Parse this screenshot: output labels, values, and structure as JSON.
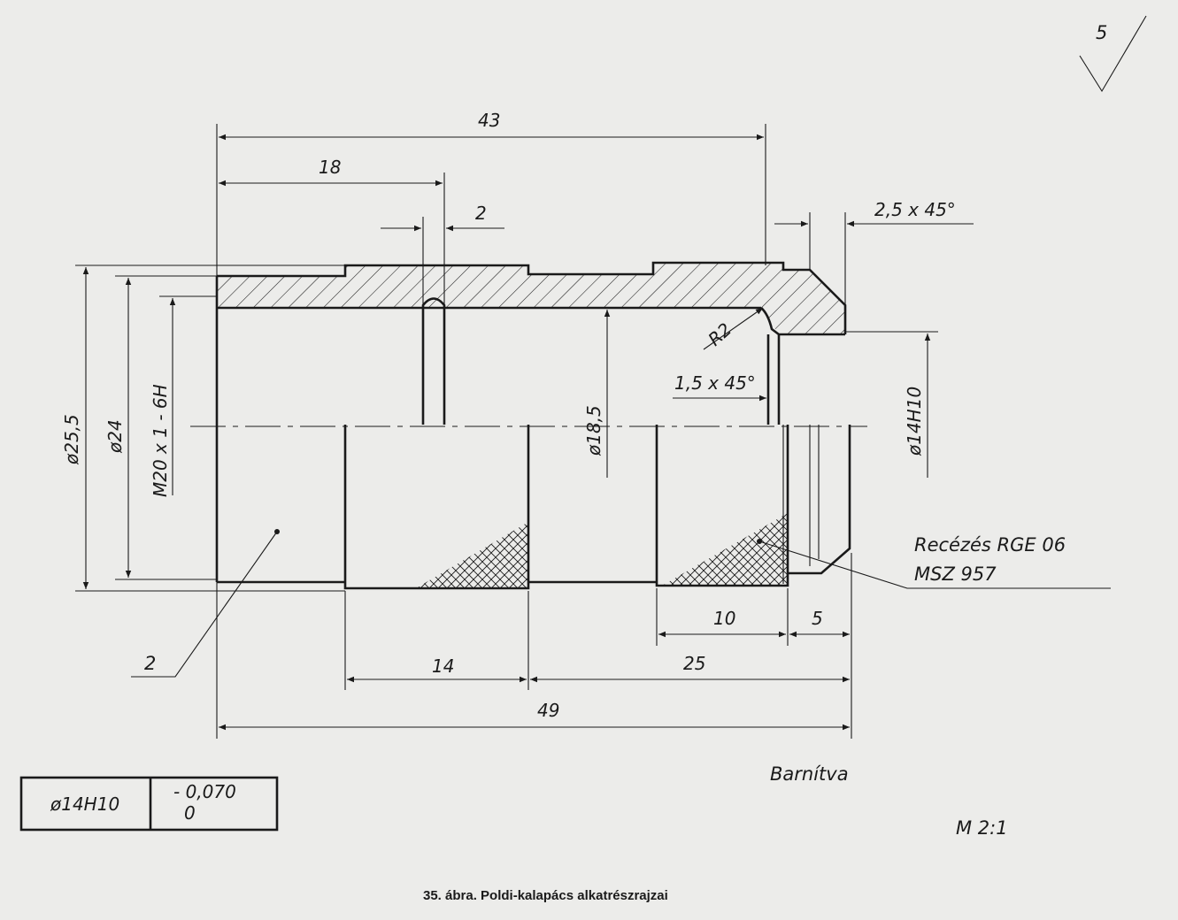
{
  "roughness": {
    "value": "5"
  },
  "dimensions": {
    "overall_top": "43",
    "thread_length": "18",
    "groove_width": "2",
    "chamfer_outer": "2,5 x 45°",
    "radius": "R2",
    "chamfer_inner": "1,5 x 45°",
    "diameter_outer": "ø25,5",
    "diameter_24": "ø24",
    "thread_spec": "M20 x 1 - 6H",
    "bore": "ø18,5",
    "bore_small": "ø14H10",
    "knurl_length": "10",
    "end_length": "5",
    "left_section": "14",
    "right_section": "25",
    "overall_bottom": "49"
  },
  "notes": {
    "knurling_line1": "Recézés RGE 06",
    "knurling_line2": "MSZ 957",
    "part_number": "2",
    "finish": "Barnítva",
    "scale": "M 2:1"
  },
  "tolerance_table": {
    "fit": "ø14H10",
    "upper": "- 0,070",
    "lower": "0"
  },
  "caption": "35. ábra. Poldi-kalapács alkatrészrajzai"
}
